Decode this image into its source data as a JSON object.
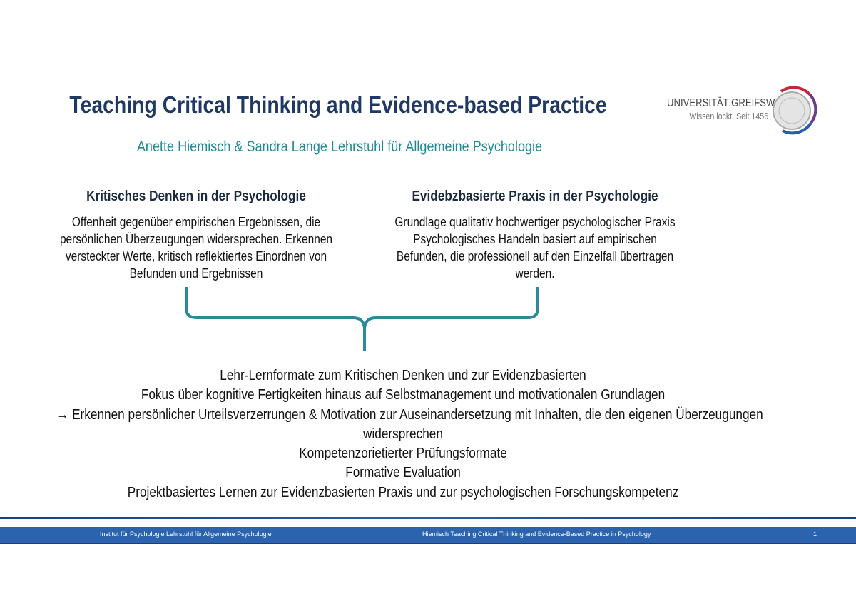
{
  "title": "Teaching Critical Thinking and Evidence-based Practice",
  "subtitle": "Anette Hiemisch & Sandra Lange Lehrstuhl für Allgemeine Psychologie",
  "logo": {
    "name": "UNIVERSITÄT GREIFSWALD",
    "slogan": "Wissen lockt. Seit 1456"
  },
  "columns": [
    {
      "heading": "Kritisches Denken in der Psychologie",
      "lines": [
        "Offenheit gegenüber empirischen Ergebnissen, die",
        "persönlichen Überzeugungen widersprechen. Erkennen",
        "versteckter Werte, kritisch reflektiertes Einordnen von",
        "Befunden und Ergebnissen"
      ]
    },
    {
      "heading": "Evidebzbasierte Praxis in der Psychologie",
      "lines": [
        "Grundlage qualitativ hochwertiger psychologischer Praxis",
        "Psychologisches Handeln basiert auf empirischen",
        "Befunden, die professionell auf den Einzelfall übertragen",
        "werden."
      ]
    }
  ],
  "bottom": [
    "Lehr-Lernformate zum Kritischen Denken und zur Evidenzbasierten",
    "Fokus über kognitive Fertigkeiten hinaus auf Selbstmanagement und motivationalen Grundlagen",
    "→ Erkennen persönlicher Urteilsverzerrungen & Motivation zur Auseinandersetzung mit Inhalten, die den eigenen Überzeugungen",
    "widersprechen",
    "Kompetenzorietierter Prüfungsformate",
    "Formative Evaluation",
    "Projektbasiertes Lernen zur Evidenzbasierten Praxis und zur psychologischen Forschungskompetenz"
  ],
  "footer": {
    "left": "Institut für Psychologie Lehrstuhl für Allgemeine Psychologie",
    "center": "Hiemisch   Teaching Critical Thinking and Evidence-Based Practice in Psychology",
    "page": "1"
  },
  "colors": {
    "title": "#1f3864",
    "accent": "#1f8a96",
    "footer": "#2b63ae"
  }
}
